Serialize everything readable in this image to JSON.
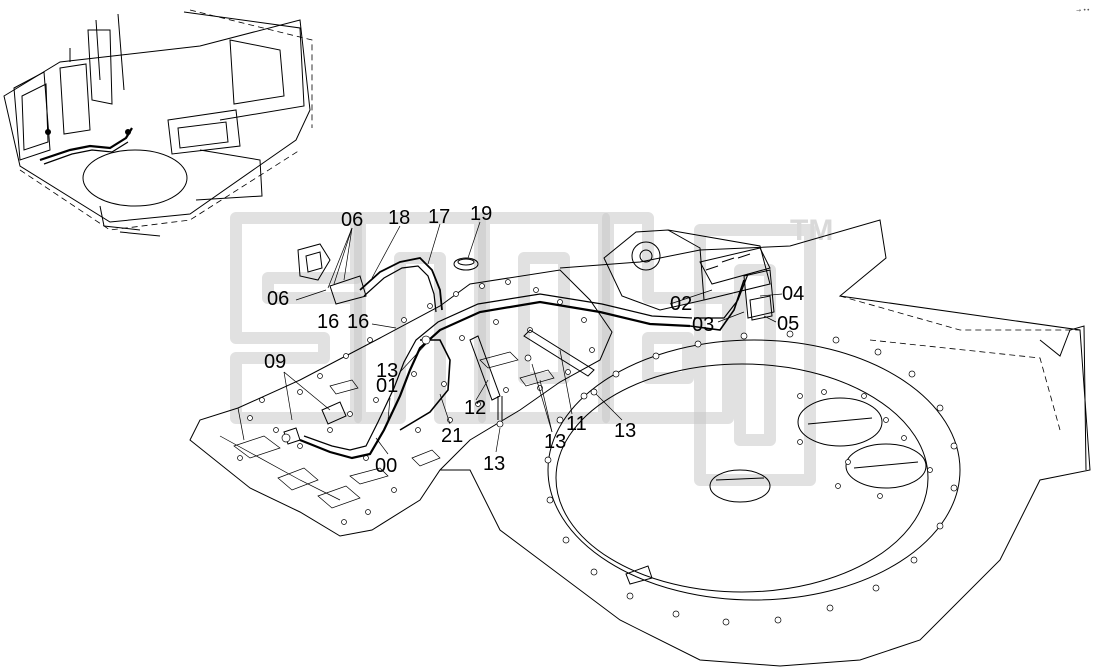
{
  "watermark": {
    "trademark": "TM"
  },
  "corner_mark": "→ ••",
  "callouts": [
    {
      "id": "c06a",
      "label": "06"
    },
    {
      "id": "c18",
      "label": "18"
    },
    {
      "id": "c17",
      "label": "17"
    },
    {
      "id": "c19",
      "label": "19"
    },
    {
      "id": "c06b",
      "label": "06"
    },
    {
      "id": "c16a",
      "label": "16"
    },
    {
      "id": "c16b",
      "label": "16"
    },
    {
      "id": "c09",
      "label": "09"
    },
    {
      "id": "c01",
      "label": "01"
    },
    {
      "id": "c13a",
      "label": "13"
    },
    {
      "id": "c12",
      "label": "12"
    },
    {
      "id": "c21",
      "label": "21"
    },
    {
      "id": "c00",
      "label": "00"
    },
    {
      "id": "c13b",
      "label": "13"
    },
    {
      "id": "c13c",
      "label": "13"
    },
    {
      "id": "c11",
      "label": "11"
    },
    {
      "id": "c13d",
      "label": "13"
    },
    {
      "id": "c02",
      "label": "02"
    },
    {
      "id": "c04",
      "label": "04"
    },
    {
      "id": "c03",
      "label": "03"
    },
    {
      "id": "c05",
      "label": "05"
    }
  ]
}
